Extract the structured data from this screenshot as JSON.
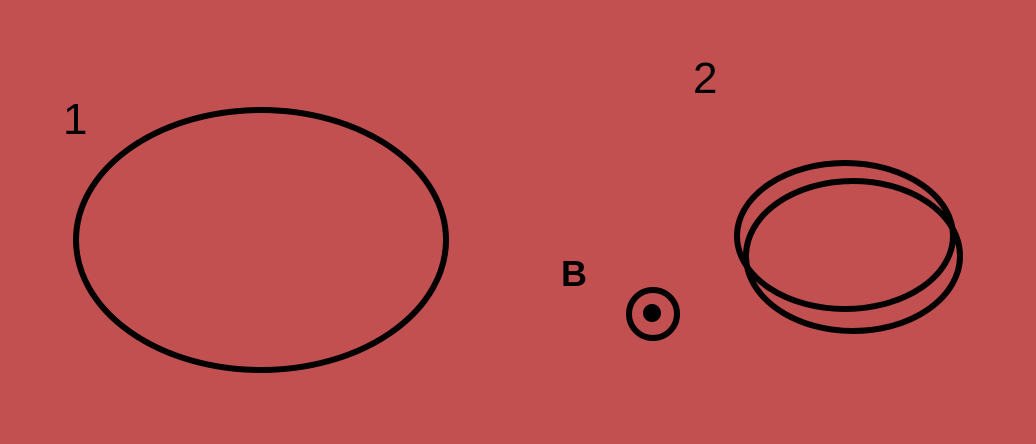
{
  "diagram": {
    "background_color": "#c25050",
    "stroke_color": "#000000",
    "labels": {
      "loop_1": "1",
      "loop_2": "2",
      "field": "B"
    },
    "loop_2_turns": 2,
    "field_direction": "out-of-page"
  }
}
